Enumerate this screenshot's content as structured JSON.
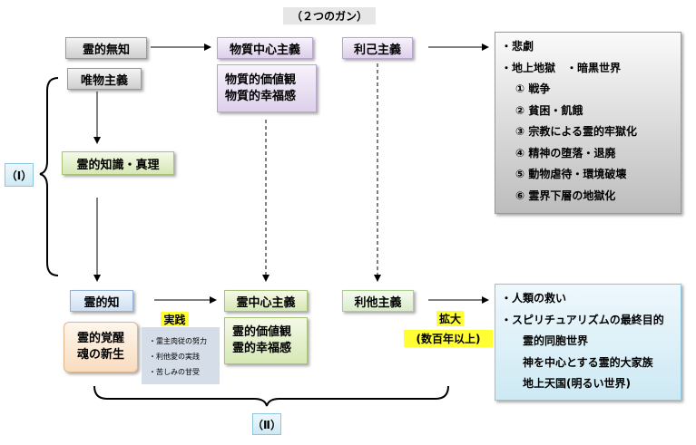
{
  "title": "（２つのガン）",
  "boxes": {
    "spiritual_ignorance": "霊的無知",
    "materialism": "唯物主義",
    "spiritual_knowledge_truth": "霊的知識・真理",
    "material_centered": "物質中心主義",
    "material_values": [
      "物質的価値観",
      "物質的幸福感"
    ],
    "egoism": "利己主義",
    "spiritual_knowledge": "霊的知",
    "awakening": [
      "霊的覚醒",
      "魂の新生"
    ],
    "spirit_centered": "霊中心主義",
    "spiritual_values": [
      "霊的価値観",
      "霊的幸福感"
    ],
    "altruism": "利他主義"
  },
  "bad_results": {
    "items": [
      "・悲劇",
      "・地上地獄　・暗黒世界"
    ],
    "sub_items": [
      "① 戦争",
      "② 貧困・飢餓",
      "③ 宗教による霊的牢獄化",
      "④ 精神の堕落・退廃",
      "⑤ 動物虐待・環境破壊",
      "⑥ 霊界下層の地獄化"
    ]
  },
  "good_results": {
    "items": [
      "・人類の救い",
      "・スピリチュアリズムの最終目的"
    ],
    "sub_items": [
      "霊的同胞世界",
      "神を中心とする霊的大家族",
      "地上天国(明るい世界)"
    ]
  },
  "practice": {
    "label": "実践",
    "items": [
      "・霊主肉従の努力",
      "・利他愛の実践",
      "・苦しみの甘受"
    ]
  },
  "expansion": {
    "label": "拡大",
    "sub": "(数百年以上)"
  },
  "brackets": {
    "one": "（Ⅰ）",
    "two": "（Ⅱ）"
  }
}
